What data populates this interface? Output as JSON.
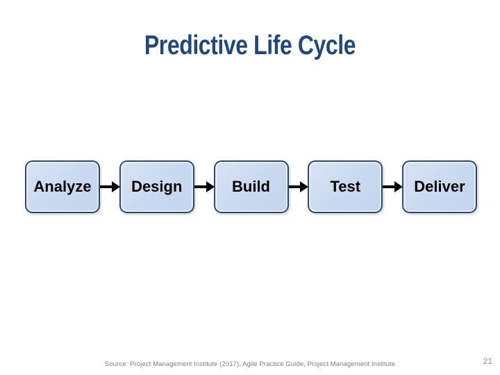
{
  "slide": {
    "title": "Predictive Life Cycle",
    "source": "Source: Project Management Institute (2017), Agile Practice Guide, Project Management Institute",
    "page_number": "21"
  },
  "flow": {
    "steps": [
      {
        "label": "Analyze"
      },
      {
        "label": "Design"
      },
      {
        "label": "Build"
      },
      {
        "label": "Test"
      },
      {
        "label": "Deliver"
      }
    ],
    "connector_icon": "arrow-right-icon"
  },
  "colors": {
    "title_text": "#1F497D",
    "box_fill": "#C9D9F0",
    "box_border": "#2C4B6E",
    "box_text": "#000000",
    "arrow": "#000000",
    "footer_text": "#7F7F7F",
    "background": "#FFFFFF"
  }
}
